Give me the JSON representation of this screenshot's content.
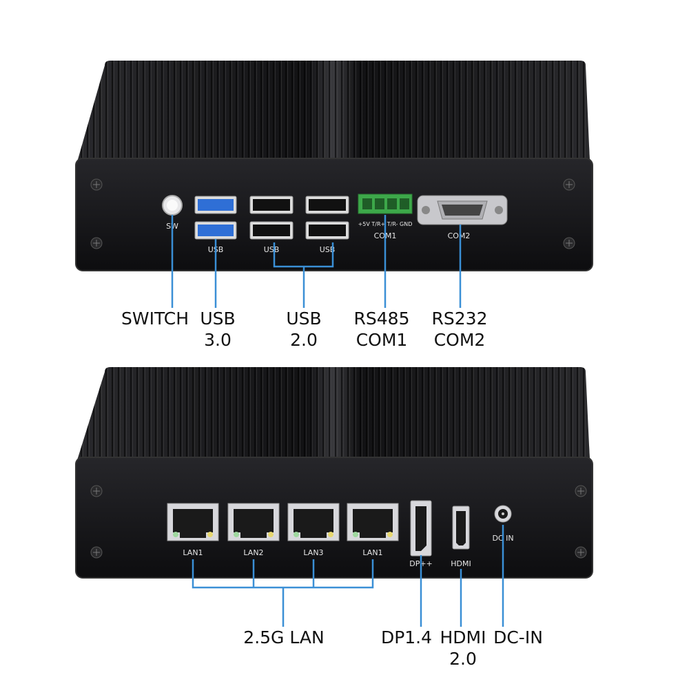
{
  "device_top": {
    "port_labels": {
      "switch": "SW",
      "usb3": "USB",
      "usb2_a": "USB",
      "usb2_b": "USB",
      "com1_pins": "+5V T/R+ T/R- GND",
      "com1": "COM1",
      "com2": "COM2"
    },
    "callouts": {
      "switch": "SWITCH",
      "usb3_line1": "USB",
      "usb3_line2": "3.0",
      "usb2_line1": "USB",
      "usb2_line2": "2.0",
      "rs485_line1": "RS485",
      "rs485_line2": "COM1",
      "rs232_line1": "RS232",
      "rs232_line2": "COM2"
    }
  },
  "device_bottom": {
    "port_labels": {
      "lan_1": "LAN1",
      "lan_2": "LAN2",
      "lan_3": "LAN3",
      "lan_4": "LAN1",
      "dp": "DP++",
      "hdmi": "HDMI",
      "dcin": "DC IN"
    },
    "callouts": {
      "lan": "2.5G LAN",
      "dp": "DP1.4",
      "hdmi_line1": "HDMI",
      "hdmi_line2": "2.0",
      "dcin": "DC-IN"
    }
  },
  "colors": {
    "leader_line": "#3a8fd6",
    "chassis_fin": "#1b1b1d",
    "front_panel": "#141416",
    "usb3_blue": "#2f6fd6",
    "terminal_green": "#3da84a"
  }
}
